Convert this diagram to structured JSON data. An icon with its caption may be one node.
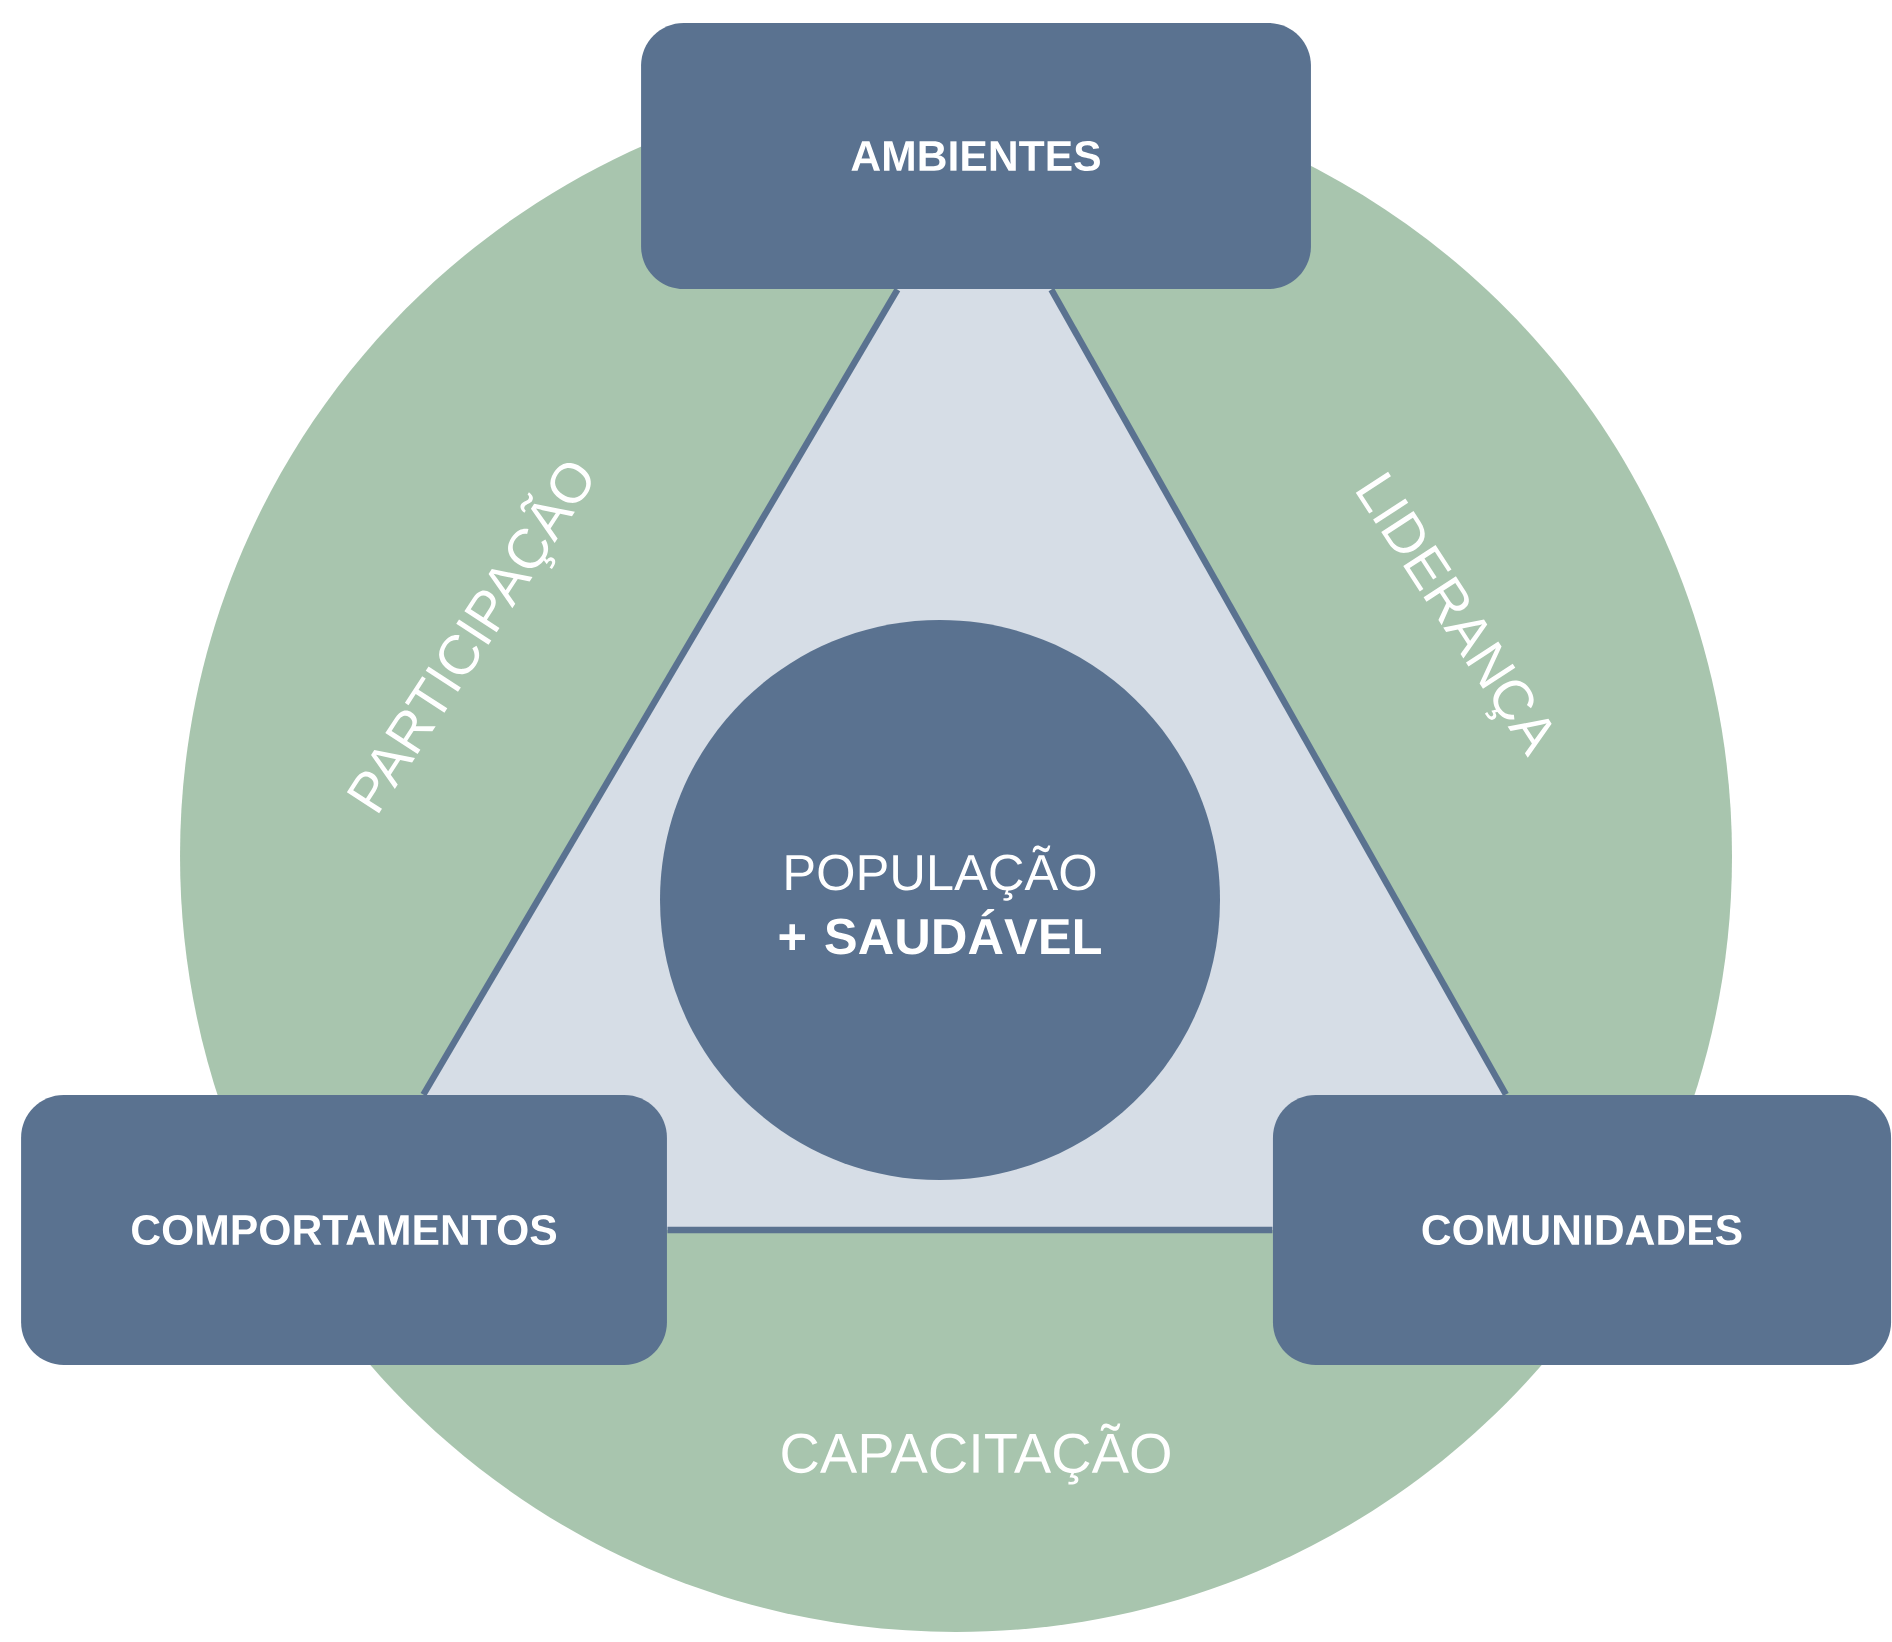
{
  "diagram": {
    "nodes": [
      {
        "text": [
          "AMBIENTES"
        ]
      },
      {
        "text": [
          "COMPORTAMENTOS"
        ]
      },
      {
        "text": [
          "COMUNIDADES"
        ]
      },
      {
        "text": [
          "POPULAÇÃO **+ SAUDÁVEL**"
        ]
      }
    ],
    "edges": [
      {
        "from": 0,
        "to": 1,
        "arrow": "none",
        "label": "PARTICIPAÇÃO"
      },
      {
        "from": 0,
        "to": 2,
        "arrow": "none",
        "label": "LIDERANÇA"
      },
      {
        "from": 1,
        "to": 2,
        "arrow": "none",
        "label": "CAPACITAÇÃO"
      }
    ]
  }
}
